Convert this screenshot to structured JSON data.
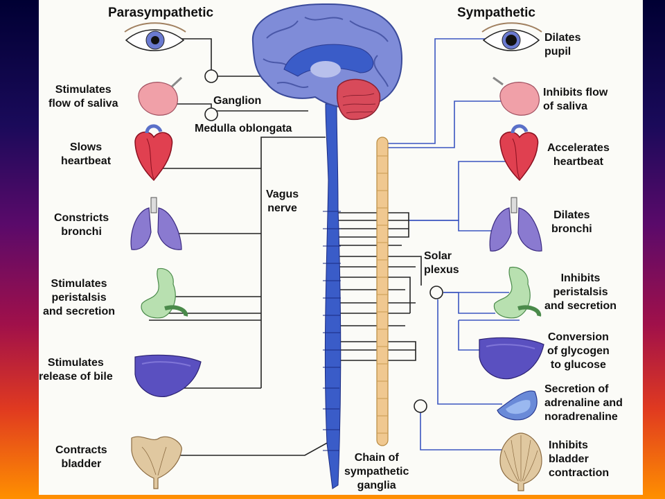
{
  "headers": {
    "left": "Parasympathetic",
    "right": "Sympathetic"
  },
  "center_labels": {
    "ganglion": "Ganglion",
    "medulla": "Medulla oblongata",
    "vagus": [
      "Vagus",
      "nerve"
    ],
    "solar": [
      "Solar",
      "plexus"
    ],
    "chain": [
      "Chain of",
      "sympathetic",
      "ganglia"
    ]
  },
  "left_effects": [
    {
      "organ": "eye",
      "lines": []
    },
    {
      "organ": "salivary-gland",
      "lines": [
        "Stimulates",
        "flow of saliva"
      ]
    },
    {
      "organ": "heart",
      "lines": [
        "Slows",
        "heartbeat"
      ]
    },
    {
      "organ": "lungs",
      "lines": [
        "Constricts",
        "bronchi"
      ]
    },
    {
      "organ": "stomach",
      "lines": [
        "Stimulates",
        "peristalsis",
        "and secretion"
      ]
    },
    {
      "organ": "liver",
      "lines": [
        "Stimulates",
        "release of bile"
      ]
    },
    {
      "organ": "bladder",
      "lines": [
        "Contracts",
        "bladder"
      ]
    }
  ],
  "right_effects": [
    {
      "organ": "eye",
      "lines": [
        "Dilates",
        "pupil"
      ]
    },
    {
      "organ": "salivary-gland",
      "lines": [
        "Inhibits flow",
        "of saliva"
      ]
    },
    {
      "organ": "heart",
      "lines": [
        "Accelerates",
        "heartbeat"
      ]
    },
    {
      "organ": "lungs",
      "lines": [
        "Dilates",
        "bronchi"
      ]
    },
    {
      "organ": "stomach",
      "lines": [
        "Inhibits",
        "peristalsis",
        "and secretion"
      ]
    },
    {
      "organ": "liver",
      "lines": [
        "Conversion",
        "of glycogen",
        "to glucose"
      ]
    },
    {
      "organ": "adrenal-gland",
      "lines": [
        "Secretion of",
        "adrenaline and",
        "noradrenaline"
      ]
    },
    {
      "organ": "bladder",
      "lines": [
        "Inhibits",
        "bladder",
        "contraction"
      ]
    }
  ],
  "colors": {
    "background_top": "#000033",
    "background_bottom": "#ff9000",
    "panel": "#fbfbf7",
    "spinal_cord": "#3a5cc8",
    "brain": "#7f8cd8",
    "cerebellum": "#d84a5a",
    "sympathetic_chain": "#f0c890",
    "nerve_line": "#3a55c0",
    "heart": "#e04050",
    "lungs": "#8a7ad0",
    "stomach": "#b8e0b0",
    "liver": "#5a50c0",
    "bladder": "#e0c8a0",
    "eye_iris": "#6a7ad0",
    "salivary_gland": "#f0a0a8"
  }
}
